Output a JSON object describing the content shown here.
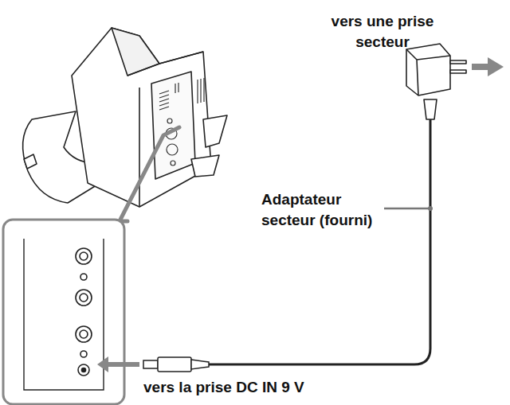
{
  "diagram": {
    "labels": [
      "vers une prise secteur",
      "Adaptateur secteur (fourni)",
      "vers la prise DC IN 9 V"
    ]
  }
}
